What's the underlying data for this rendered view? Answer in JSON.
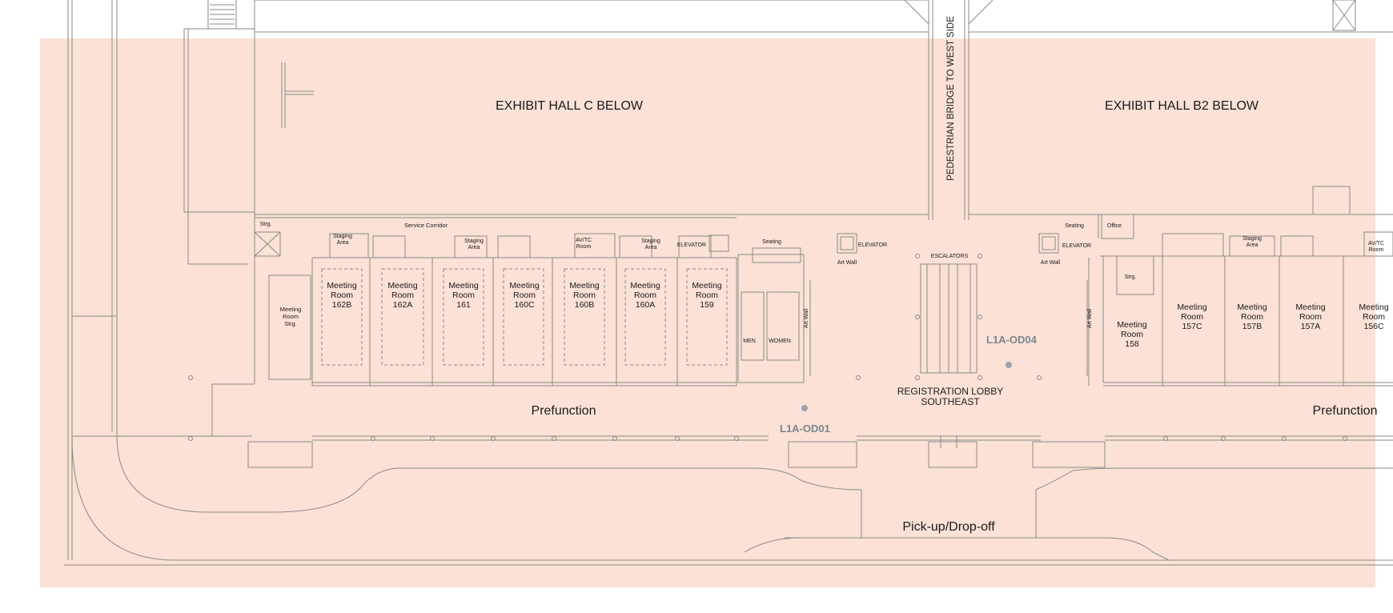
{
  "colors": {
    "highlight": "#fbe1d6",
    "line": "#8a8a8a",
    "text": "#1a1a1a",
    "marker": "#9aa3ad"
  },
  "areas": {
    "exhibit_hall_c": "EXHIBIT HALL C BELOW",
    "exhibit_hall_b2": "EXHIBIT HALL B2 BELOW",
    "pedestrian_bridge": "PEDESTRIAN BRIDGE TO WEST SIDE",
    "service_corridor": "Service Corridor",
    "prefunction_left": "Prefunction",
    "prefunction_right": "Prefunction",
    "registration_lobby_line1": "REGISTRATION LOBBY",
    "registration_lobby_line2": "SOUTHEAST",
    "pickup": "Pick-up/Drop-off",
    "escalators": "ESCALATORS"
  },
  "rooms": [
    {
      "line1": "Meeting",
      "line2": "Room",
      "line3": "162B"
    },
    {
      "line1": "Meeting",
      "line2": "Room",
      "line3": "162A"
    },
    {
      "line1": "Meeting",
      "line2": "Room",
      "line3": "161"
    },
    {
      "line1": "Meeting",
      "line2": "Room",
      "line3": "160C"
    },
    {
      "line1": "Meeting",
      "line2": "Room",
      "line3": "160B"
    },
    {
      "line1": "Meeting",
      "line2": "Room",
      "line3": "160A"
    },
    {
      "line1": "Meeting",
      "line2": "Room",
      "line3": "159"
    },
    {
      "line1": "Meeting",
      "line2": "Room",
      "line3": "158"
    },
    {
      "line1": "Meeting",
      "line2": "Room",
      "line3": "157C"
    },
    {
      "line1": "Meeting",
      "line2": "Room",
      "line3": "157B"
    },
    {
      "line1": "Meeting",
      "line2": "Room",
      "line3": "157A"
    },
    {
      "line1": "Meeting",
      "line2": "Room",
      "line3": "156C"
    }
  ],
  "storage": {
    "line1": "Meeting",
    "line2": "Room",
    "line3": "Strg."
  },
  "small_labels": {
    "strg_top": "Strg.",
    "strg_right": "Strg.",
    "staging_1_a": "Staging",
    "staging_1_b": "Area",
    "staging_2_a": "Staging",
    "staging_2_b": "Area",
    "staging_3_a": "Staging",
    "staging_3_b": "Area",
    "staging_4_a": "Staging",
    "staging_4_b": "Area",
    "avtc_1_a": "AV/TC",
    "avtc_1_b": "Room",
    "avtc_2_a": "AV/TC",
    "avtc_2_b": "Room",
    "elevator_1": "ELEVATOR",
    "elevator_2": "ELEVATOR",
    "elevator_3": "ELEVATOR",
    "seating_1": "Seating",
    "seating_2": "Seating",
    "office": "Office",
    "art_wall_1": "Art Wall",
    "art_wall_2": "Art Wall",
    "art_wall_v1": "Art Wall",
    "art_wall_v2": "Art Wall",
    "men": "MEN",
    "women": "WOMEN"
  },
  "markers": [
    {
      "id": "L1A-OD04"
    },
    {
      "id": "L1A-OD01"
    }
  ]
}
